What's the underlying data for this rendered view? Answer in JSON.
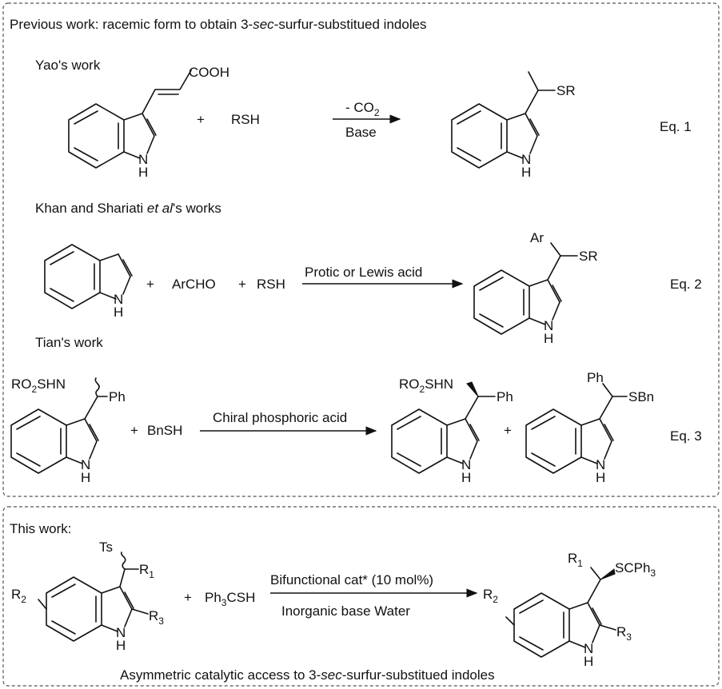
{
  "figure": {
    "sections": {
      "previous": {
        "pre": "Previous work: racemic form to obtain 3-",
        "italic": "sec",
        "post": "-surfur-substitued indoles"
      },
      "this_work": {
        "label": "This work:"
      },
      "bottom_caption": {
        "pre": "Asymmetric catalytic access to 3-",
        "italic": "sec",
        "post": "-surfur-substitued indoles"
      }
    },
    "eq1": {
      "heading": "Yao's work",
      "cooh": "COOH",
      "plus": "+",
      "reagent": "RSH",
      "cond_top_pre": "- CO",
      "cond_top_sub": "2",
      "cond_bottom": "Base",
      "product_sub": "SR",
      "eq_label": "Eq. 1"
    },
    "eq2": {
      "heading_pre": "Khan and Shariati ",
      "heading_italic": "et al",
      "heading_post": "'s works",
      "plus1": "+",
      "reagent1": "ArCHO",
      "plus2": "+",
      "reagent2": "RSH",
      "cond_top": "Protic or Lewis acid",
      "product_ar": "Ar",
      "product_sub": "SR",
      "eq_label": "Eq. 2"
    },
    "eq3": {
      "heading": "Tian's work",
      "sub_ro_pre": "RO",
      "sub_ro_sub": "2",
      "sub_ro_post": "SHN",
      "ph": "Ph",
      "plus1": "+",
      "reagent": "BnSH",
      "cond_top": "Chiral phosphoric acid",
      "plus2": "+",
      "product2_ph": "Ph",
      "product2_sub": "SBn",
      "eq_label": "Eq. 3"
    },
    "this": {
      "ts": "Ts",
      "r1_main": "R",
      "r1_sub": "1",
      "r2_main": "R",
      "r2_sub": "2",
      "r3_main": "R",
      "r3_sub": "3",
      "plus": "+",
      "reagent_pre": "Ph",
      "reagent_sub": "3",
      "reagent_post": "CSH",
      "cond_top": "Bifunctional cat* (10 mol%)",
      "cond_bottom": "Inorganic base  Water",
      "prod_scph_pre": "SCPh",
      "prod_scph_sub": "3"
    },
    "atoms": {
      "N": "N",
      "H": "H"
    }
  }
}
